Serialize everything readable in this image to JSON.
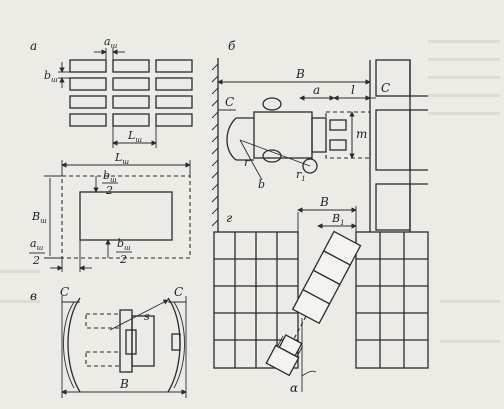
{
  "panels": {
    "a": "а",
    "b": "б",
    "v": "в",
    "g": "г"
  },
  "labels": {
    "a_shelf": "a",
    "b_shelf": "b",
    "shelf_sub": "ш",
    "L_shelf": "L",
    "B_shelf": "B",
    "two": "2",
    "B": "B",
    "C": "C",
    "a": "a",
    "l": "l",
    "m": "m",
    "r": "r",
    "r1": "r",
    "r1_sub": "1",
    "b": "b",
    "B1": "B",
    "B1_sub": "1",
    "alpha": "α",
    "s": "s"
  }
}
